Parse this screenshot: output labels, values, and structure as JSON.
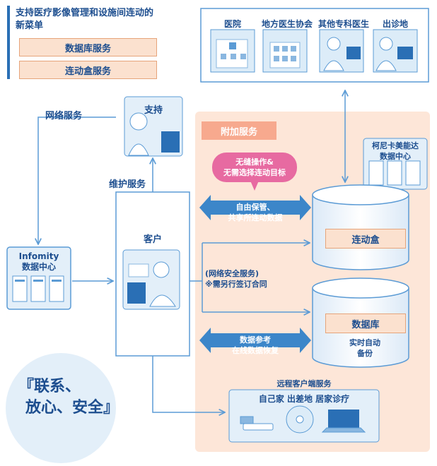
{
  "legend": {
    "title_line1": "支持医疗影像管理和设施间连动的",
    "title_line2": "新菜单",
    "items": [
      "数据库服务",
      "连动盒服务"
    ]
  },
  "top_panel": {
    "labels": [
      "医院",
      "地方医生协会",
      "其他专科医生",
      "出诊地"
    ]
  },
  "network_service": "网络服务",
  "support": "支持",
  "maintenance_service": "维护服务",
  "customer": "客户",
  "infomity": {
    "line1": "Infomity",
    "line2": "数据中心"
  },
  "addon": {
    "tag": "附加服务",
    "bubble_line1": "无缝操作&",
    "bubble_line2": "无需选择连动目标",
    "konica_line1": "柯尼卡美能达",
    "konica_line2": "数据中心",
    "arrow1_line1": "自由保管、",
    "arrow1_line2": "共享所连动数据",
    "link_box": "连动盒",
    "network_note_line1": "(网络安全服务)",
    "network_note_line2": "※需另行签订合同",
    "database": "数据库",
    "realtime_line1": "实时自动",
    "realtime_line2": "备份",
    "arrow2_line1": "数据参考",
    "arrow2_line2": "在线数据恢复",
    "remote_title": "远程客户端服务",
    "remote_items": "自己家 出差地 居家诊疗"
  },
  "slogan": {
    "line1": "『联系、",
    "line2": "放心、安全』"
  },
  "colors": {
    "dark_blue": "#1d4e8f",
    "mid_blue": "#5b9bd5",
    "light_blue": "#e3eff9",
    "orange_bg": "#fde6d8",
    "pink": "#e76aa1"
  }
}
